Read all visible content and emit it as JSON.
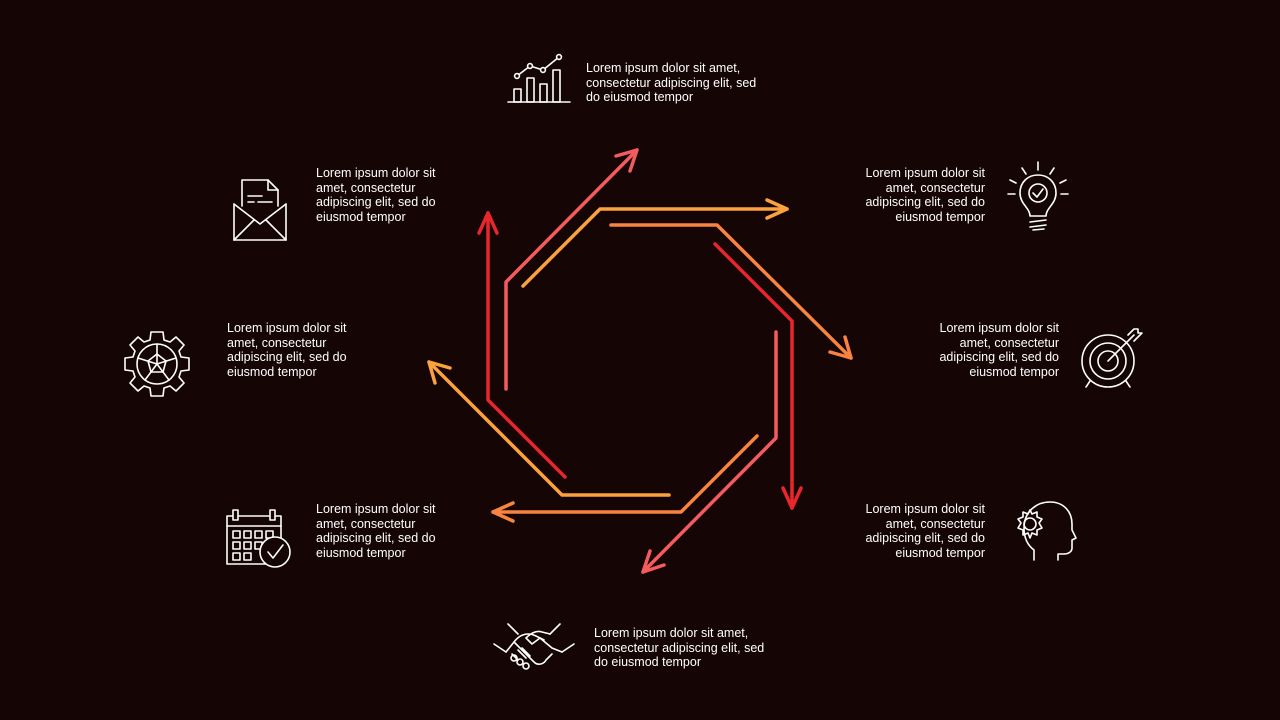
{
  "colors": {
    "background": "#150505",
    "red": "#e8262c",
    "coral": "#f45b5d",
    "orange": "#f8843f",
    "amber": "#fba23f",
    "icon": "#ffffff"
  },
  "items": [
    {
      "id": "top",
      "icon": "bar-chart-icon",
      "text": "Lorem ipsum dolor  sit amet,\nconsectetur adipiscing elit, sed\ndo eiusmod tempor"
    },
    {
      "id": "top-right",
      "icon": "lightbulb-check-icon",
      "text": "Lorem ipsum dolor  sit\namet, consectetur\nadipiscing elit, sed do\neiusmod tempor"
    },
    {
      "id": "right",
      "icon": "target-icon",
      "text": "Lorem ipsum dolor  sit\namet, consectetur\nadipiscing elit, sed do\neiusmod tempor"
    },
    {
      "id": "bottom-right",
      "icon": "head-gear-icon",
      "text": "Lorem ipsum dolor  sit\namet, consectetur\nadipiscing elit, sed do\neiusmod tempor"
    },
    {
      "id": "bottom",
      "icon": "handshake-icon",
      "text": "Lorem ipsum dolor  sit amet,\nconsectetur adipiscing elit, sed\ndo eiusmod tempor"
    },
    {
      "id": "bottom-left",
      "icon": "calendar-check-icon",
      "text": "Lorem ipsum dolor  sit\namet, consectetur\nadipiscing elit, sed do\neiusmod tempor"
    },
    {
      "id": "left",
      "icon": "gear-icon",
      "text": "Lorem ipsum dolor  sit\namet, consectetur\nadipiscing elit, sed do\neiusmod tempor"
    },
    {
      "id": "top-left",
      "icon": "envelope-document-icon",
      "text": "Lorem ipsum dolor  sit\namet, consectetur\nadipiscing elit, sed do\neiusmod tempor"
    }
  ]
}
